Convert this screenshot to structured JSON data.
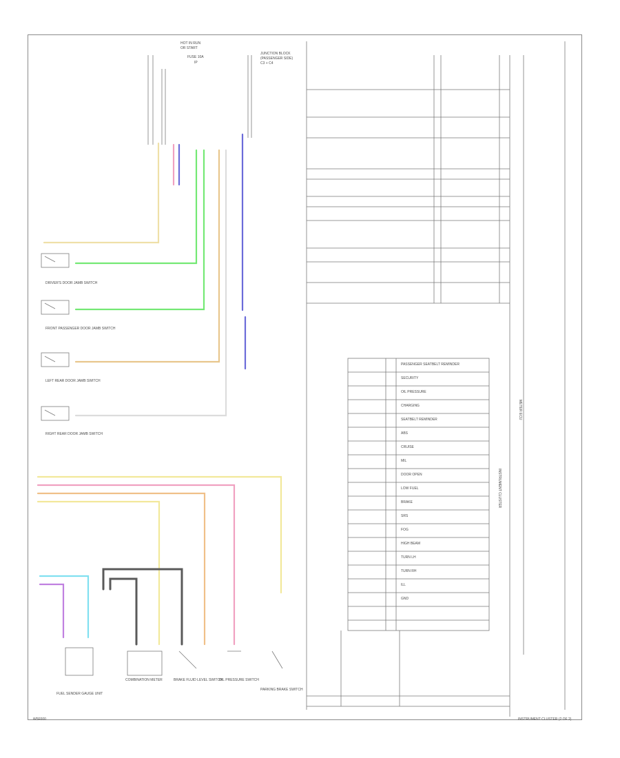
{
  "diagram": {
    "footer_left": "W5F000",
    "footer_right": "INSTRUMENT CLUSTER (2 OF 2)",
    "top_center_labels": [
      "HOT IN RUN",
      "OR START",
      "FUSE 10A",
      "IP"
    ],
    "top_right_labels": [
      "JUNCTION BLOCK",
      "(PASSENGER SIDE)",
      "C3 + C4"
    ],
    "switch_labels": [
      "DRIVER'S DOOR JAMB SWITCH",
      "FRONT PASSENGER DOOR JAMB SWITCH",
      "LEFT REAR DOOR JAMB SWITCH",
      "RIGHT REAR DOOR JAMB SWITCH"
    ],
    "bottom_labels": [
      "FUEL SENDER GAUGE UNIT",
      "COMBINATION METER",
      "BRAKE FLUID LEVEL SWITCH",
      "OIL PRESSURE SWITCH",
      "PARKING BRAKE SWITCH"
    ],
    "cluster_label": "INSTRUMENT CLUSTER",
    "cluster_inner_label": "METER ECU",
    "indicator_rows": [
      "PASSENGER SEATBELT REMINDER",
      "SECURITY",
      "OIL PRESSURE",
      "CHARGING",
      "SEATBELT REMINDER",
      "ABS",
      "CRUISE",
      "MIL",
      "DOOR OPEN",
      "LOW FUEL",
      "BRAKE",
      "SRS",
      "FOG",
      "HIGH BEAM",
      "TURN LH",
      "TURN RH",
      "ILL",
      "GND"
    ],
    "wire_colors": {
      "yellow": "#f2e89a",
      "green": "#73e873",
      "orange": "#e8b870",
      "gray": "#c8c8c8",
      "blue": "#6b6bd9",
      "pink": "#f0a0c0",
      "cyan": "#80e0f0",
      "violet": "#c080e0",
      "dark": "#555555"
    }
  }
}
